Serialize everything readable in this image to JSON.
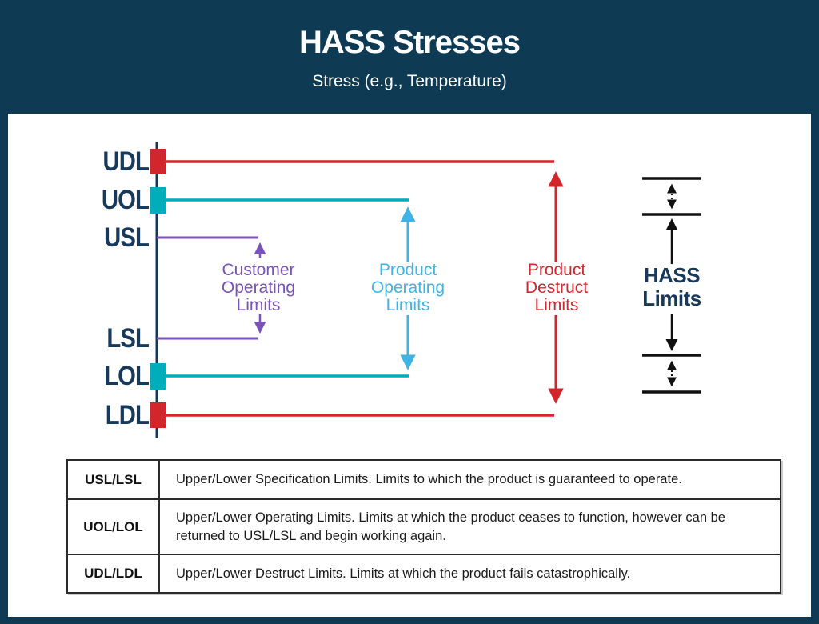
{
  "header": {
    "title": "HASS Stresses",
    "subtitle": "Stress (e.g., Temperature)"
  },
  "diagram": {
    "levels": [
      {
        "label": "UDL"
      },
      {
        "label": "UOL"
      },
      {
        "label": "USL"
      },
      {
        "label": "LSL"
      },
      {
        "label": "LOL"
      },
      {
        "label": "LDL"
      }
    ],
    "annotations": {
      "customer_operating": "Customer\nOperating\nLimits",
      "product_operating": "Product\nOperating\nLimits",
      "product_destruct": "Product\nDestruct\nLimits",
      "hass_limits": "HASS\nLimits"
    },
    "colors": {
      "navy": "#0e3a53",
      "label_navy": "#17395c",
      "red": "#d2262c",
      "teal": "#00aebb",
      "purple": "#7a52b8",
      "light_blue": "#3fb3e5",
      "black": "#111111"
    }
  },
  "table": {
    "rows": [
      {
        "term": "USL/LSL",
        "definition": "Upper/Lower Specification Limits. Limits to which the product is guaranteed to operate."
      },
      {
        "term": "UOL/LOL",
        "definition": "Upper/Lower Operating Limits. Limits at which the product ceases to function, however can be returned to USL/LSL and begin working again."
      },
      {
        "term": "UDL/LDL",
        "definition": "Upper/Lower Destruct Limits. Limits at which the product fails catastrophically."
      }
    ]
  }
}
